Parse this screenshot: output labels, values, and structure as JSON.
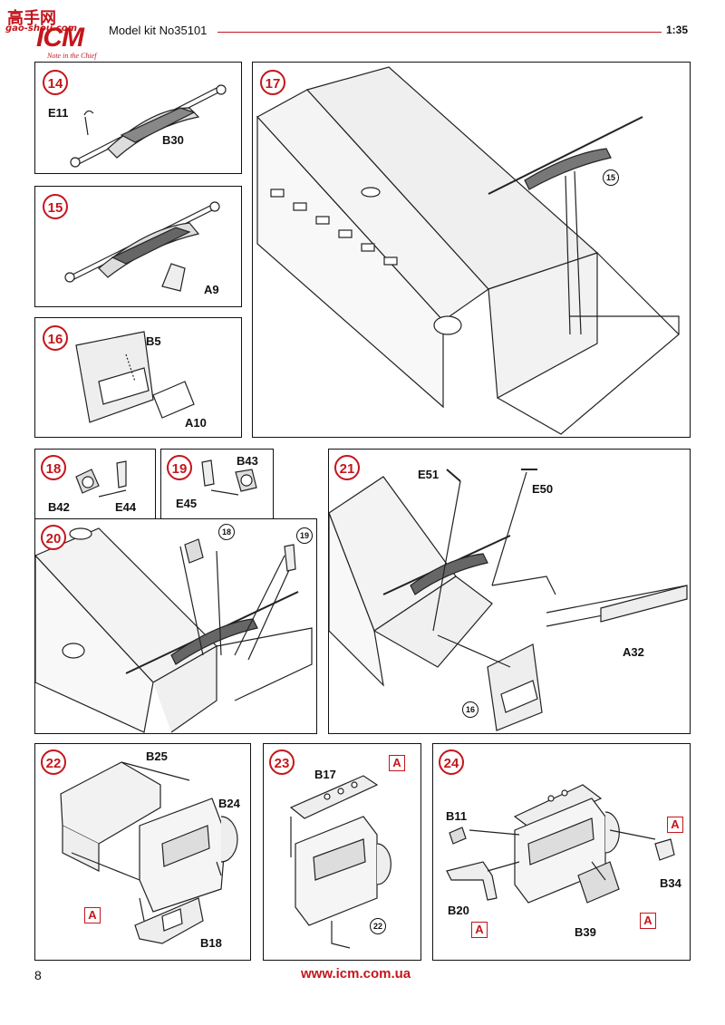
{
  "header": {
    "watermark_cn": "高手网",
    "watermark_url": "gao-shou.com",
    "logo": "ICM",
    "slogan": "Note in the Chief",
    "kit_label": "Model kit No35101",
    "scale": "1:35",
    "accent_color": "#c4161c"
  },
  "footer": {
    "page_number": "8",
    "url": "www.icm.com.ua"
  },
  "steps": {
    "s14": {
      "number": "14",
      "labels": [
        "E11",
        "B30"
      ]
    },
    "s15": {
      "number": "15",
      "labels": [
        "A9"
      ]
    },
    "s16": {
      "number": "16",
      "labels": [
        "B5",
        "A10"
      ]
    },
    "s17": {
      "number": "17",
      "refs": [
        "15"
      ]
    },
    "s18": {
      "number": "18",
      "labels": [
        "B42",
        "E44"
      ]
    },
    "s19": {
      "number": "19",
      "labels": [
        "B43",
        "E45"
      ]
    },
    "s20": {
      "number": "20",
      "refs": [
        "18",
        "19"
      ]
    },
    "s21": {
      "number": "21",
      "labels": [
        "E51",
        "E50",
        "A32"
      ],
      "refs": [
        "16"
      ]
    },
    "s22": {
      "number": "22",
      "labels": [
        "B25",
        "B24",
        "B18"
      ],
      "boxes": [
        "A"
      ]
    },
    "s23": {
      "number": "23",
      "labels": [
        "B17"
      ],
      "refs": [
        "22"
      ],
      "boxes": [
        "A"
      ]
    },
    "s24": {
      "number": "24",
      "labels": [
        "B11",
        "B34",
        "B20",
        "B39"
      ],
      "boxes": [
        "A",
        "A",
        "A"
      ]
    }
  }
}
